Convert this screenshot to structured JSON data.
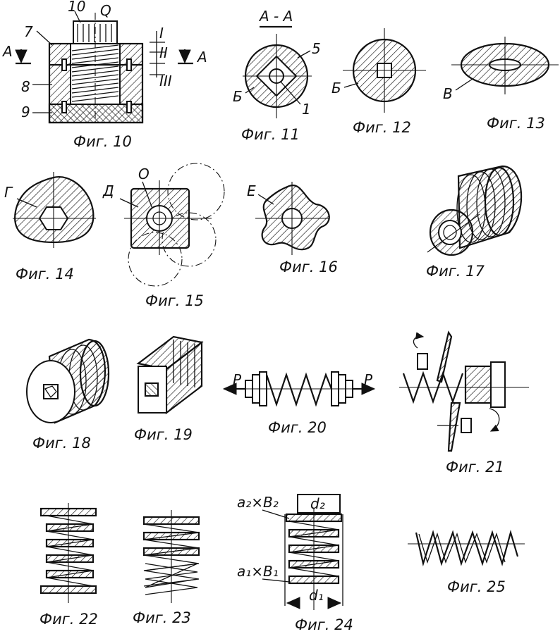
{
  "figures": {
    "f10": {
      "caption": "Фиг. 10",
      "labels": [
        "10",
        "Q",
        "7",
        "А",
        "А",
        "8",
        "9",
        "I",
        "II",
        "III"
      ]
    },
    "f11": {
      "caption": "Фиг. 11",
      "section": "А - А",
      "labels": [
        "5",
        "Б",
        "1"
      ]
    },
    "f12": {
      "caption": "Фиг. 12",
      "labels": [
        "Б"
      ]
    },
    "f13": {
      "caption": "Фиг. 13",
      "labels": [
        "В"
      ]
    },
    "f14": {
      "caption": "Фиг. 14",
      "labels": [
        "Г"
      ]
    },
    "f15": {
      "caption": "Фиг. 15",
      "labels": [
        "Д",
        "О"
      ]
    },
    "f16": {
      "caption": "Фиг. 16",
      "labels": [
        "Е"
      ]
    },
    "f17": {
      "caption": "Фиг. 17"
    },
    "f18": {
      "caption": "Фиг. 18"
    },
    "f19": {
      "caption": "Фиг. 19"
    },
    "f20": {
      "caption": "Фиг. 20",
      "labels": [
        "Р",
        "Р"
      ]
    },
    "f21": {
      "caption": "Фиг. 21"
    },
    "f22": {
      "caption": "Фиг. 22"
    },
    "f23": {
      "caption": "Фиг. 23"
    },
    "f24": {
      "caption": "Фиг. 24",
      "labels": [
        "a₂×B₂",
        "d₂",
        "a₁×B₁",
        "d₁"
      ]
    },
    "f25": {
      "caption": "Фиг. 25"
    }
  }
}
